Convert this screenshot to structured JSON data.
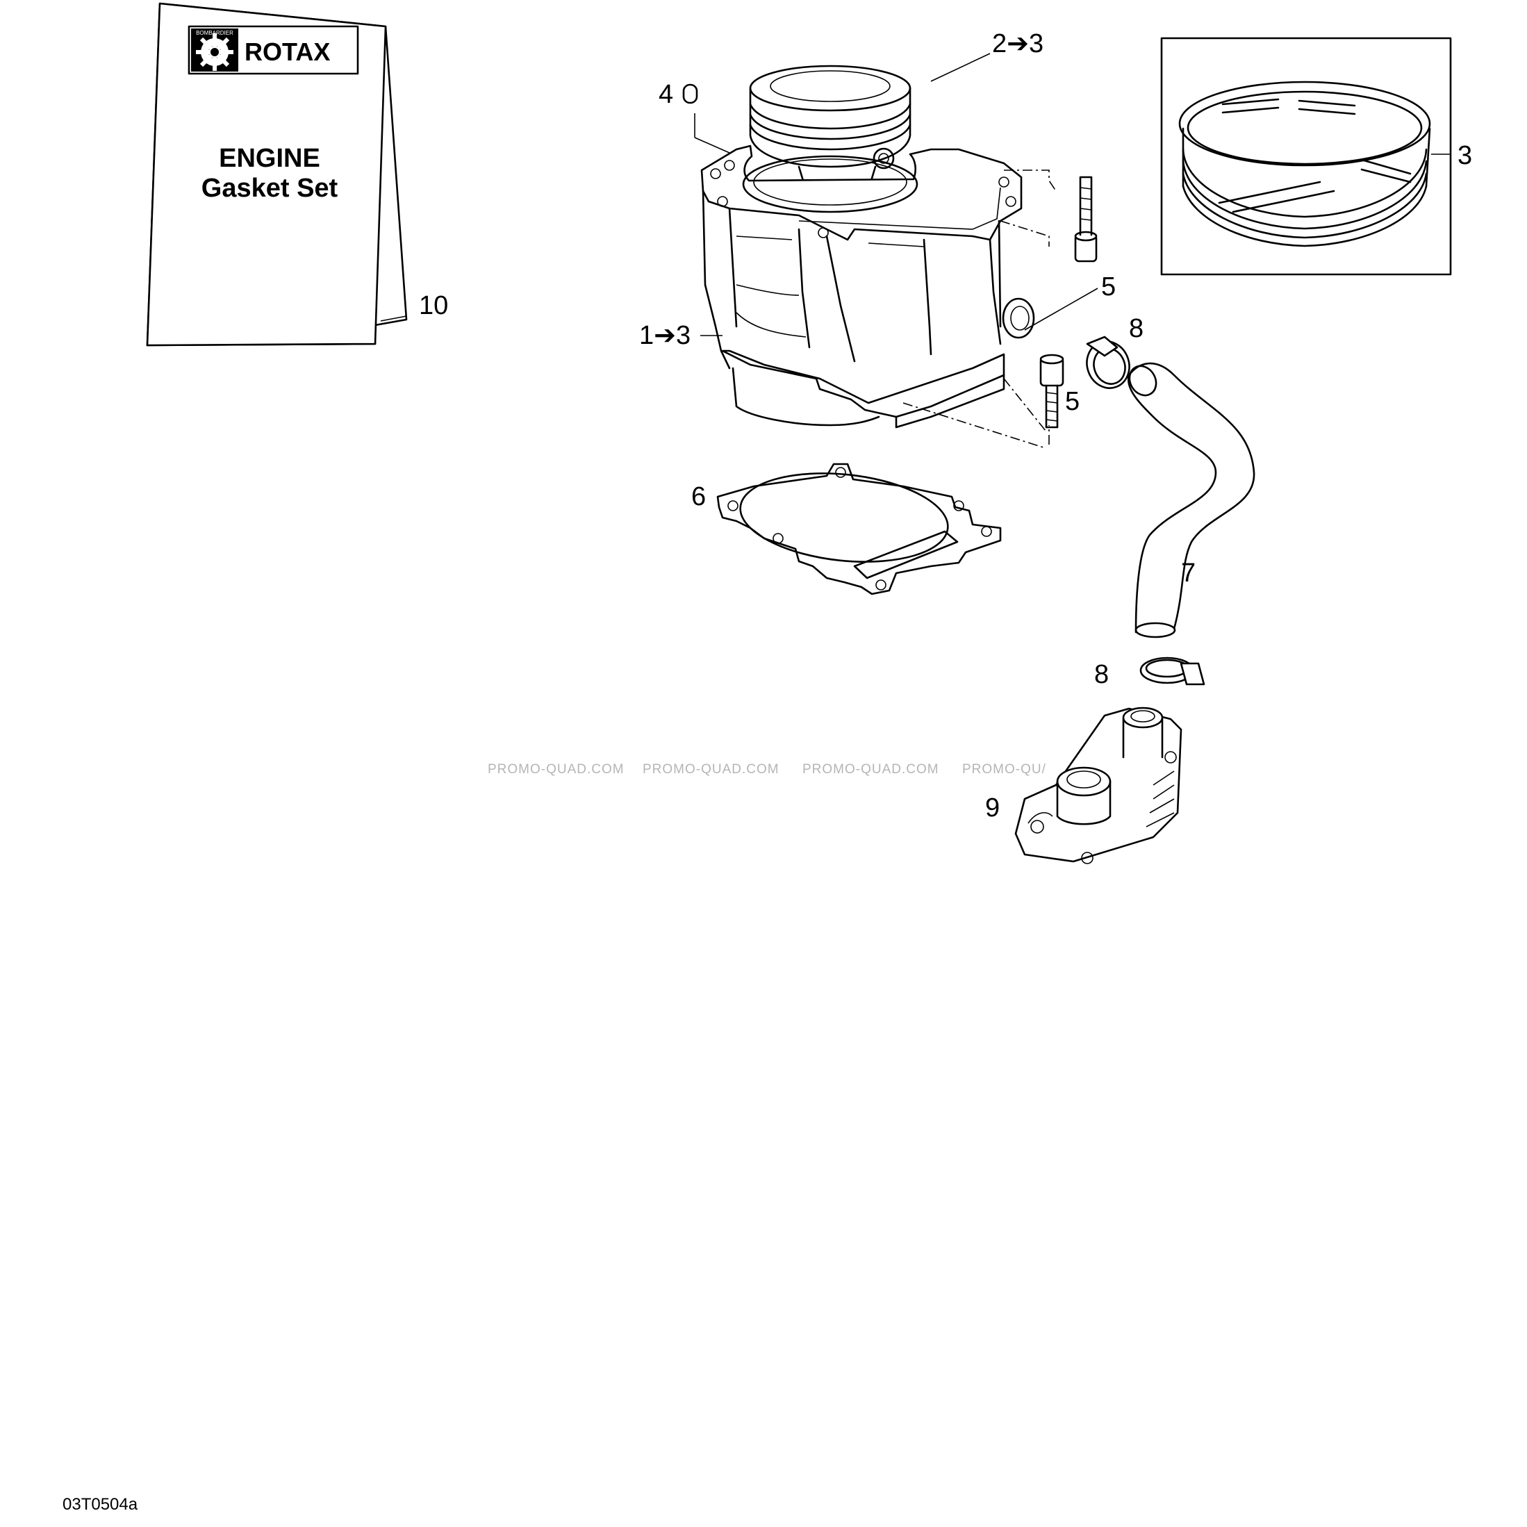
{
  "manual": {
    "brand": "ROTAX",
    "brand_small": "BOMBARDIER",
    "title_line1": "ENGINE",
    "title_line2": "Gasket Set"
  },
  "callouts": {
    "c1": "1➔3",
    "c2": "2➔3",
    "c3": "3",
    "c4": "4",
    "c5a": "5",
    "c5b": "5",
    "c6": "6",
    "c7": "7",
    "c8a": "8",
    "c8b": "8",
    "c9": "9",
    "c10": "10"
  },
  "watermarks": [
    "PROMO-QUAD.COM",
    "PROMO-QUAD.COM",
    "PROMO-QUAD.COM",
    "PROMO-QU/"
  ],
  "drawing_code": "03T0504a",
  "icons": {
    "gear": "bombardier-gear-icon",
    "plain_washer": "circle-zero-icon"
  }
}
